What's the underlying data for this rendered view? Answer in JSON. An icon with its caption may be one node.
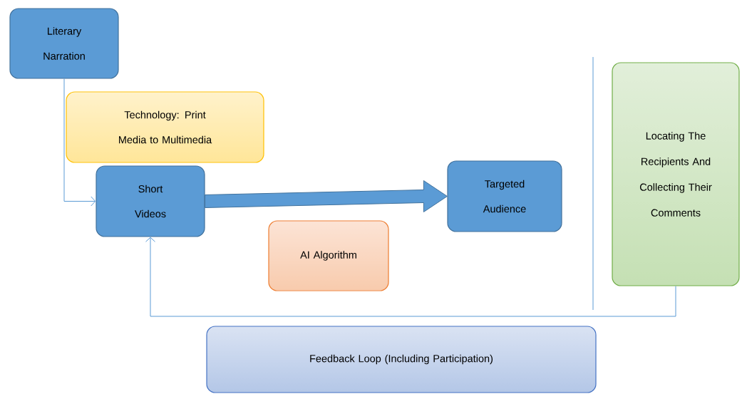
{
  "diagram": {
    "nodes": [
      {
        "text": [
          "Literary Narration"
        ]
      },
      {
        "text": [
          "Technology: Print Media to Multimedia"
        ]
      },
      {
        "text": [
          "Short Videos"
        ]
      },
      {
        "text": [
          "Targeted Audience"
        ]
      },
      {
        "text": [
          "AI Algorithm"
        ]
      },
      {
        "text": [
          "Locating The Recipients And Collecting Their Comments"
        ]
      },
      {
        "text": [
          "Feedback Loop (Including Participation)"
        ]
      }
    ],
    "edges": [
      {
        "from": 0,
        "to": 2,
        "arrow": "to"
      },
      {
        "from": 2,
        "to": 3,
        "arrow": "to",
        "style": "thick"
      },
      {
        "from": 5,
        "to": 2,
        "arrow": "to"
      }
    ]
  }
}
